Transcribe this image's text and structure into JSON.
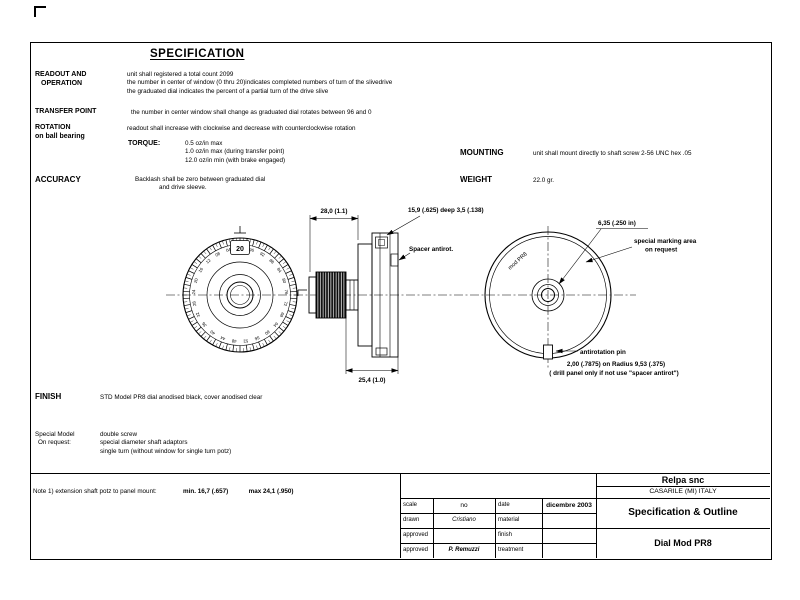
{
  "sheet": {
    "title": "SPECIFICATION"
  },
  "specs": {
    "readout": {
      "label1": "READOUT AND",
      "label2": "OPERATION",
      "line1": "unit shall registered a total count 2099",
      "line2": "the number in center of window (0 thru 20)indicates completed numbers of turn of the slivedrive",
      "line3": "the graduated dial indicates the percent of a partial turn of the drive slive"
    },
    "transfer": {
      "label": "TRANSFER POINT",
      "text": "the number in center window shall change as graduated dial rotates between 96 and 0"
    },
    "rotation": {
      "label1": "ROTATION",
      "label2": "on ball bearing",
      "text": "readout shall increase with clockwise and decrease with counterclockwise rotation"
    },
    "torque": {
      "label": "TORQUE:",
      "line1": "0.5 oz/in max",
      "line2": "1.0 oz/in max (during transfer point)",
      "line3": "12.0 oz/in min (with brake engaged)"
    },
    "mounting": {
      "label": "MOUNTING",
      "text": "unit shall mount directly to shaft screw 2-56 UNC hex .05"
    },
    "weight": {
      "label": "WEIGHT",
      "text": "22.0 gr."
    },
    "accuracy": {
      "label": "ACCURACY",
      "line1": "Backlash shall be zero between graduated dial",
      "line2": "and drive sleeve."
    },
    "finish": {
      "label": "FINISH",
      "text": "STD Model PR8 dial anodised black, cover anodised clear"
    },
    "special": {
      "label1": "Special Model",
      "label2": "On request:",
      "line1": "double screw",
      "line2": "special diameter shaft adaptors",
      "line3": "single turn (without window for single turn potz)"
    },
    "note": {
      "text": "Note 1) extension shaft potz to panel mount:",
      "min": "min. 16,7 (.657)",
      "max": "max 24,1 (.950)"
    }
  },
  "drawing": {
    "dims": {
      "knob_depth": "28,0 (1.1)",
      "window": "15,9 (.625) deep 3,5 (.138)",
      "spacer": "Spacer antirot.",
      "body_width": "25,4 (1.0)",
      "shaft": "6,35 (.250 in)",
      "marking1": "special marking area",
      "marking2": "on request",
      "mod": "mod PR8",
      "pin": "antirotation pin",
      "pin_dim": "2,00 (.7875) on Radius 9,53 (.375)",
      "pin_note": "( drill panel only if not use \"spacer antirot\")"
    },
    "front_dial": {
      "window_value": "20",
      "numbers": [
        "0",
        "96",
        "92",
        "88",
        "84",
        "80",
        "76",
        "72",
        "68",
        "64",
        "60",
        "56",
        "52",
        "48",
        "44",
        "40",
        "36",
        "32",
        "28",
        "24",
        "20",
        "16",
        "12",
        "08",
        "04"
      ]
    }
  },
  "titleblock": {
    "company": "Relpa snc",
    "company_sub": "CASARILE (MI) ITALY",
    "doc_title": "Specification & Outline",
    "doc_subtitle": "Dial Mod PR8",
    "rows": [
      {
        "l1": "scale",
        "v1": "no",
        "l2": "date",
        "v2": "dicembre 2003"
      },
      {
        "l1": "drawn",
        "v1": "Cristiano",
        "l2": "material",
        "v2": ""
      },
      {
        "l1": "approved",
        "v1": "",
        "l2": "finish",
        "v2": ""
      },
      {
        "l1": "approved",
        "v1": "P. Remuzzi",
        "l2": "treatment",
        "v2": ""
      }
    ]
  }
}
